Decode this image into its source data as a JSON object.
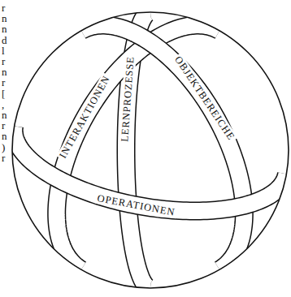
{
  "diagram": {
    "nodes": [
      {
        "text": [
          "INTERAKTIONEN"
        ]
      },
      {
        "text": [
          "LERNPROZESSE"
        ]
      },
      {
        "text": [
          "OBJEKTBEREICHE"
        ]
      },
      {
        "text": [
          "OPERATIONEN"
        ]
      }
    ],
    "labels": [
      "r",
      "n",
      "n",
      "d",
      "l",
      "r",
      "n",
      "r",
      "[",
      ",",
      "n",
      "r",
      "n",
      ")",
      "r"
    ]
  }
}
